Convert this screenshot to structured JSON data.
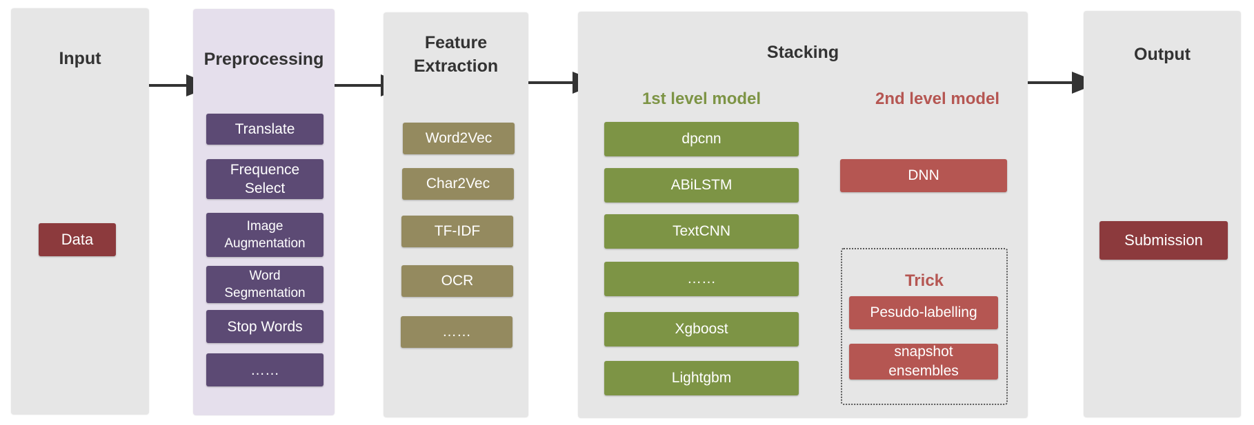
{
  "input": {
    "title": "Input",
    "data_label": "Data"
  },
  "preprocessing": {
    "title": "Preprocessing",
    "items": [
      "Translate",
      "Frequence\nSelect",
      "Image\nAugmentation",
      "Word\nSegmentation",
      "Stop Words",
      "……"
    ]
  },
  "feature": {
    "title": "Feature\nExtraction",
    "items": [
      "Word2Vec",
      "Char2Vec",
      "TF-IDF",
      "OCR",
      "……"
    ]
  },
  "stacking": {
    "title": "Stacking",
    "first_level_title": "1st level model",
    "first_level_items": [
      "dpcnn",
      "ABiLSTM",
      "TextCNN",
      "……",
      "Xgboost",
      "Lightgbm"
    ],
    "second_level_title": "2nd level model",
    "second_level_items": [
      "DNN"
    ],
    "trick": {
      "title": "Trick",
      "items": [
        "Pesudo-labelling",
        "snapshot\nensembles"
      ]
    }
  },
  "output": {
    "title": "Output",
    "submission_label": "Submission"
  },
  "colors": {
    "panel": "#e6e6e6",
    "preprocessing_panel": "#e5dfec",
    "data_box": "#8c3a3d",
    "purple_box": "#5c4a74",
    "olive_box": "#948a5f",
    "green_box": "#7d9445",
    "red_box": "#b55652",
    "arrow": "#333333"
  }
}
